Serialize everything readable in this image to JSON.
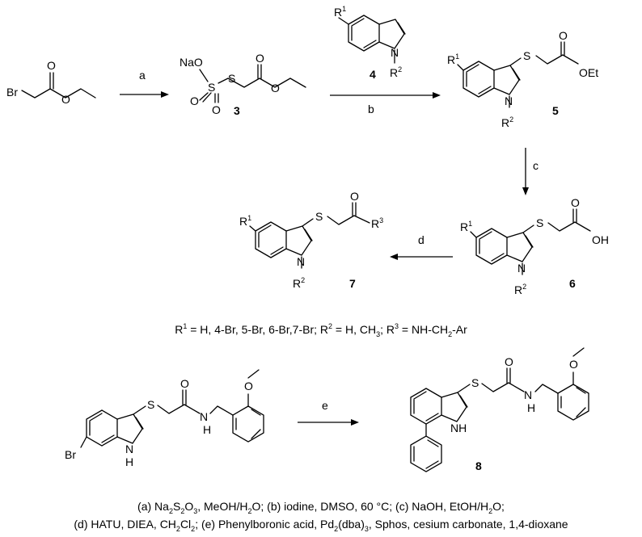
{
  "scheme": {
    "labels": {
      "br_reactant": "Br",
      "nao": "NaO",
      "s": "S",
      "o": "O",
      "oet": "OEt",
      "oh": "OH",
      "n": "N",
      "nh": "NH",
      "h": "H",
      "r": "R",
      "r1_sup": "1",
      "r2_sup": "2",
      "r3_sup": "3"
    },
    "compounds": {
      "c3": "3",
      "c4": "4",
      "c5": "5",
      "c6": "6",
      "c7": "7",
      "c8": "8"
    },
    "steps": {
      "a": "a",
      "b": "b",
      "c": "c",
      "d": "d",
      "e": "e"
    }
  },
  "substituents": {
    "p1": "R",
    "p2": "1",
    "p3": " = H, 4-Br, 5-Br, 6-Br,7-Br; R",
    "p4": "2",
    "p5": " = H, CH",
    "p6": "3",
    "p7": "; R",
    "p8": "3",
    "p9": " = NH-CH",
    "p10": "2",
    "p11": "-Ar"
  },
  "conditions": {
    "l1a": "(a) Na",
    "l1b": "2",
    "l1c": "S",
    "l1d": "2",
    "l1e": "O",
    "l1f": "3",
    "l1g": ", MeOH/H",
    "l1h": "2",
    "l1i": "O; (b) iodine, DMSO, 60 °C; (c) NaOH, EtOH/H",
    "l1j": "2",
    "l1k": "O;",
    "l2a": "(d) HATU, DIEA, CH",
    "l2b": "2",
    "l2c": "Cl",
    "l2d": "2",
    "l2e": "; (e) Phenylboronic acid, Pd",
    "l2f": "2",
    "l2g": "(dba)",
    "l2h": "3",
    "l2i": ", Sphos, cesium carbonate, 1,4-dioxane"
  }
}
